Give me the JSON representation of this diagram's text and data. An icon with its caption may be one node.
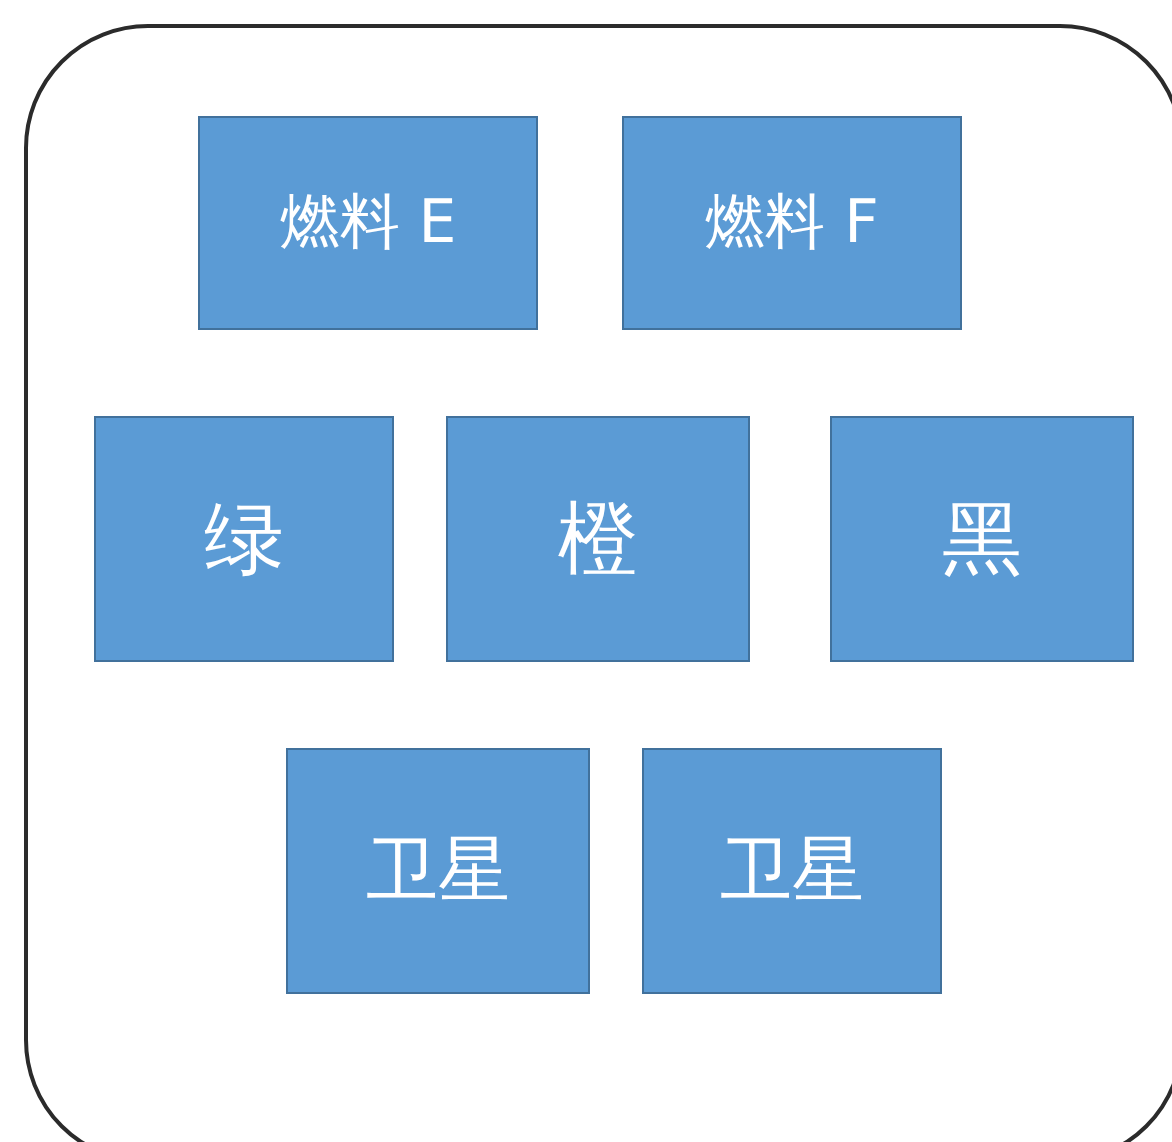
{
  "diagram": {
    "nodes": [
      {
        "text": [],
        "shape": "box"
      },
      {
        "text": [
          "燃料 E"
        ],
        "in": 0
      },
      {
        "text": [
          "燃料 F"
        ],
        "in": 0
      },
      {
        "text": [
          "绿"
        ],
        "in": 0
      },
      {
        "text": [
          "橙"
        ],
        "in": 0
      },
      {
        "text": [
          "黑"
        ],
        "in": 0
      },
      {
        "text": [
          "卫星"
        ],
        "in": 0
      },
      {
        "text": [
          "卫星"
        ],
        "in": 0
      }
    ]
  }
}
